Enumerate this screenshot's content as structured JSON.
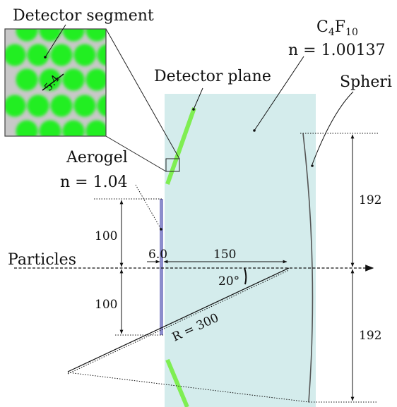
{
  "labels": {
    "detector_segment": "Detector segment",
    "detector_plane": "Detector plane",
    "gas_formula": "C",
    "gas_sub1": "4",
    "gas_f": "F",
    "gas_sub2": "10",
    "gas_index": "n = 1.00137",
    "mirror": "Spheri",
    "aerogel": "Aerogel",
    "aerogel_index": "n = 1.04",
    "particles": "Particles",
    "segment_pitch": "5.4",
    "dim_aerogel_upper": "100",
    "dim_aerogel_lower": "100",
    "dim_thickness": "6.0",
    "dim_distance": "150",
    "dim_mirror_upper": "192",
    "dim_mirror_lower": "192",
    "angle": "20°",
    "radius": "R = 300"
  },
  "colors": {
    "gas_region": "#d4ecec",
    "detector_green": "#7fee52",
    "segment_green": "#22ee22",
    "aerogel_blue": "#8c8ccc",
    "line": "#222222"
  }
}
